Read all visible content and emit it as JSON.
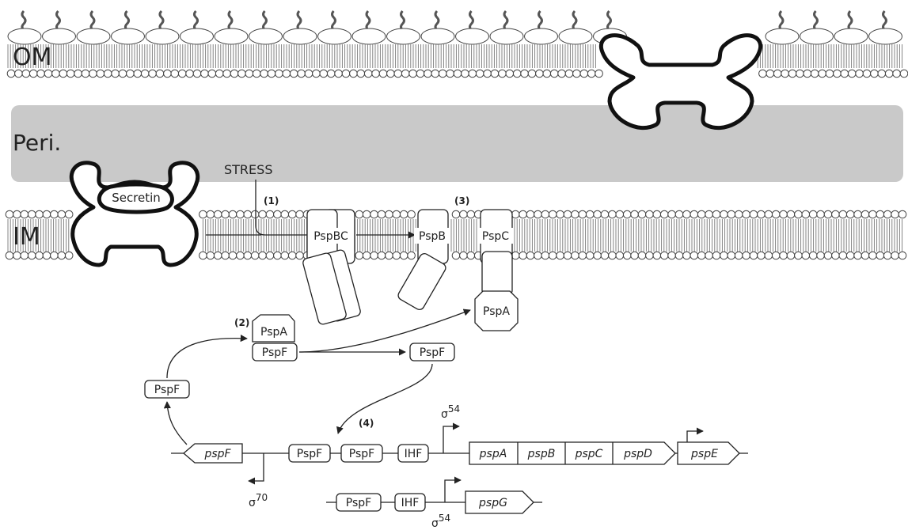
{
  "compartments": {
    "outer_membrane": "OM",
    "periplasm": "Peri.",
    "inner_membrane": "IM"
  },
  "colors": {
    "periplasm_fill": "#c9c9c9",
    "ink": "#222222"
  },
  "signals": {
    "stress": "STRESS",
    "secretin": "Secretin"
  },
  "steps": [
    "(1)",
    "(2)",
    "(3)",
    "(4)"
  ],
  "proteins": {
    "pspbc": "PspBC",
    "pspb": "PspB",
    "pspc": "PspC",
    "pspa": "PspA",
    "pspf": "PspF",
    "ihf": "IHF"
  },
  "genes": {
    "pspf": "pspF",
    "pspa": "pspA",
    "pspb": "pspB",
    "pspc": "pspC",
    "pspd": "pspD",
    "pspe": "pspE",
    "pspg": "pspG"
  },
  "sigma": {
    "symbol": "σ",
    "s54": "54",
    "s70": "70"
  }
}
